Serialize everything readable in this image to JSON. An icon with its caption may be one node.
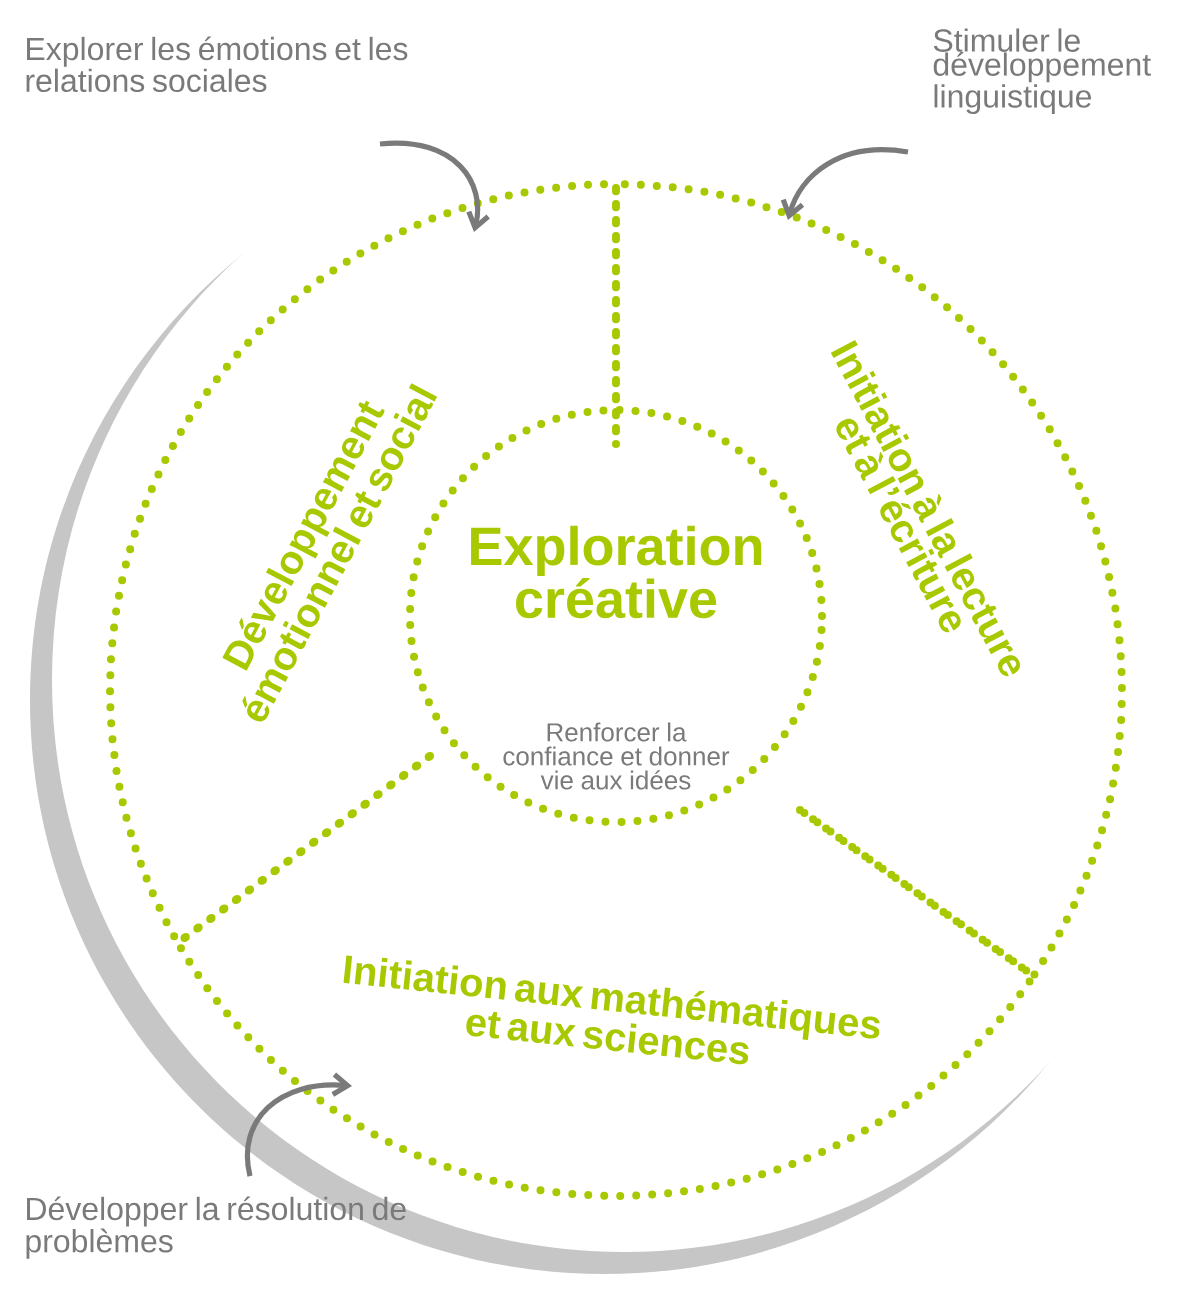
{
  "diagram": {
    "nodes": [
      {
        "text": [],
        "shape": "circle"
      },
      {
        "text": [
          "Développement émotionnel et social"
        ],
        "in": 0
      },
      {
        "text": [
          "Initiation à la lecture et à l’écriture"
        ],
        "in": 0
      },
      {
        "text": [
          "Exploration créative",
          "Renforcer la confiance et donner vie aux idées"
        ],
        "in": 0
      },
      {
        "text": [
          "Initiation aux mathématiques et aux sciences"
        ],
        "in": 0
      },
      {
        "text": [
          "Explorer les émotions et les relations sociales"
        ]
      },
      {
        "text": [
          "Stimuler le développement linguistique"
        ]
      },
      {
        "text": [
          "Développer la résolution de problèmes"
        ]
      }
    ],
    "edges": [
      {
        "from": 5,
        "to": 1,
        "arrow": "to"
      },
      {
        "from": 6,
        "to": 2,
        "arrow": "to"
      },
      {
        "from": 7,
        "to": 4,
        "arrow": "to"
      }
    ]
  }
}
